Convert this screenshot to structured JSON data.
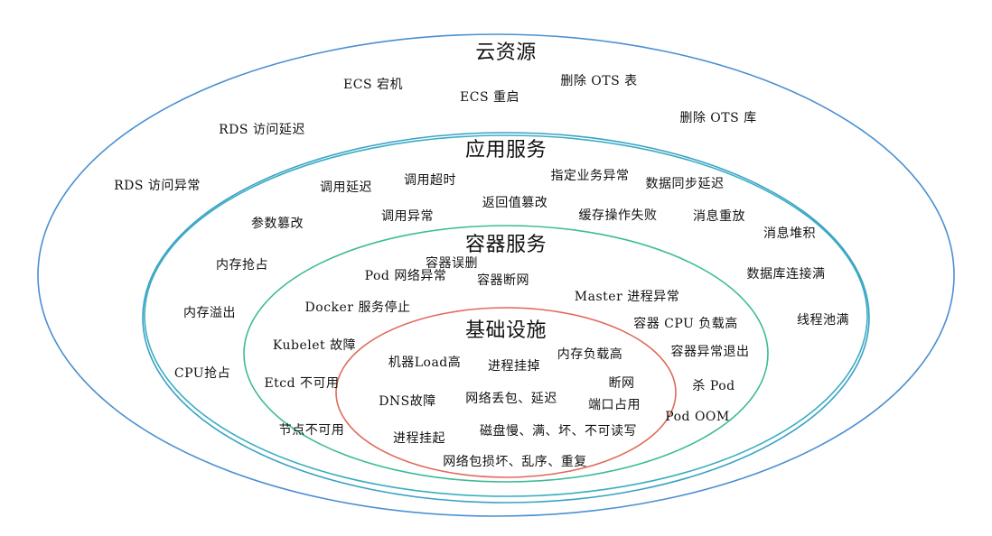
{
  "colors": {
    "cloud": "#4a8fd1",
    "app": "#3aaec0",
    "container": "#3dbb98",
    "infra": "#e06a5a"
  },
  "layers": [
    {
      "title": "云资源",
      "items": [
        "ECS 宕机",
        "ECS 重启",
        "删除 OTS 表",
        "删除 OTS 库",
        "RDS 访问延迟",
        "RDS 访问异常"
      ]
    },
    {
      "title": "应用服务",
      "items": [
        "调用延迟",
        "调用超时",
        "指定业务异常",
        "数据同步延迟",
        "返回值篡改",
        "调用异常",
        "缓存操作失败",
        "消息重放",
        "参数篡改",
        "消息堆积",
        "内存抢占",
        "数据库连接满",
        "内存溢出",
        "线程池满",
        "CPU抢占"
      ]
    },
    {
      "title": "容器服务",
      "items": [
        "容器误删",
        "Pod 网络异常",
        "容器断网",
        "Master 进程异常",
        "Docker 服务停止",
        "容器 CPU 负载高",
        "Kubelet 故障",
        "容器异常退出",
        "Etcd 不可用",
        "杀 Pod",
        "Pod OOM",
        "节点不可用"
      ]
    },
    {
      "title": "基础设施",
      "items": [
        "机器Load高",
        "进程挂掉",
        "内存负载高",
        "断网",
        "DNS故障",
        "网络丢包、延迟",
        "端口占用",
        "磁盘慢、满、坏、不可读写",
        "进程挂起",
        "网络包损坏、乱序、重复"
      ]
    }
  ]
}
